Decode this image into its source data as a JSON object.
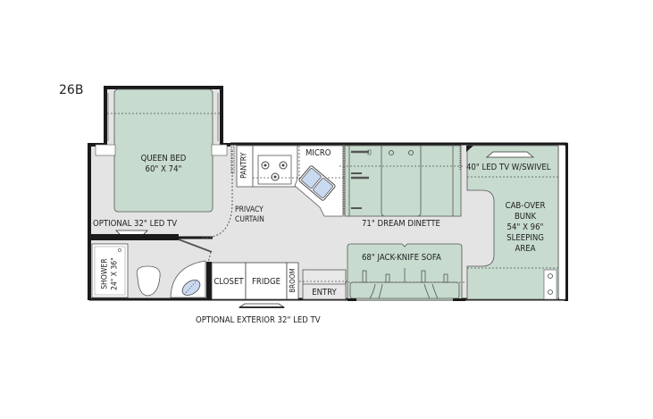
{
  "model": "26B",
  "colors": {
    "floor": "#e4e4e4",
    "furniture_green": "#c7dbcf",
    "wall": "#1a1a1a",
    "appliance_blue": "#c9d9f0",
    "cabinet": "#ffffff"
  },
  "rooms": {
    "bedroom": {
      "bed_label": "QUEEN BED",
      "bed_size": "60\" X 74\"",
      "tv_label": "OPTIONAL 32\" LED TV",
      "curtain_label_1": "PRIVACY",
      "curtain_label_2": "CURTAIN"
    },
    "kitchen": {
      "pantry": "PANTRY",
      "micro": "MICRO"
    },
    "dinette": {
      "label": "71\" DREAM DINETTE"
    },
    "cab_over": {
      "tv_label": "40\" LED TV W/SWIVEL",
      "line1": "CAB-OVER",
      "line2": "BUNK",
      "line3": "54\" X 96\"",
      "line4": "SLEEPING",
      "line5": "AREA"
    },
    "sofa": {
      "label": "68\" JACK-KNIFE SOFA"
    },
    "bath": {
      "shower_1": "SHOWER",
      "shower_2": "24\" X 36\""
    },
    "storage": {
      "closet": "CLOSET",
      "fridge": "FRIDGE",
      "broom": "BROOM",
      "entry": "ENTRY"
    },
    "exterior": {
      "tv_label": "OPTIONAL EXTERIOR 32\" LED TV"
    }
  }
}
